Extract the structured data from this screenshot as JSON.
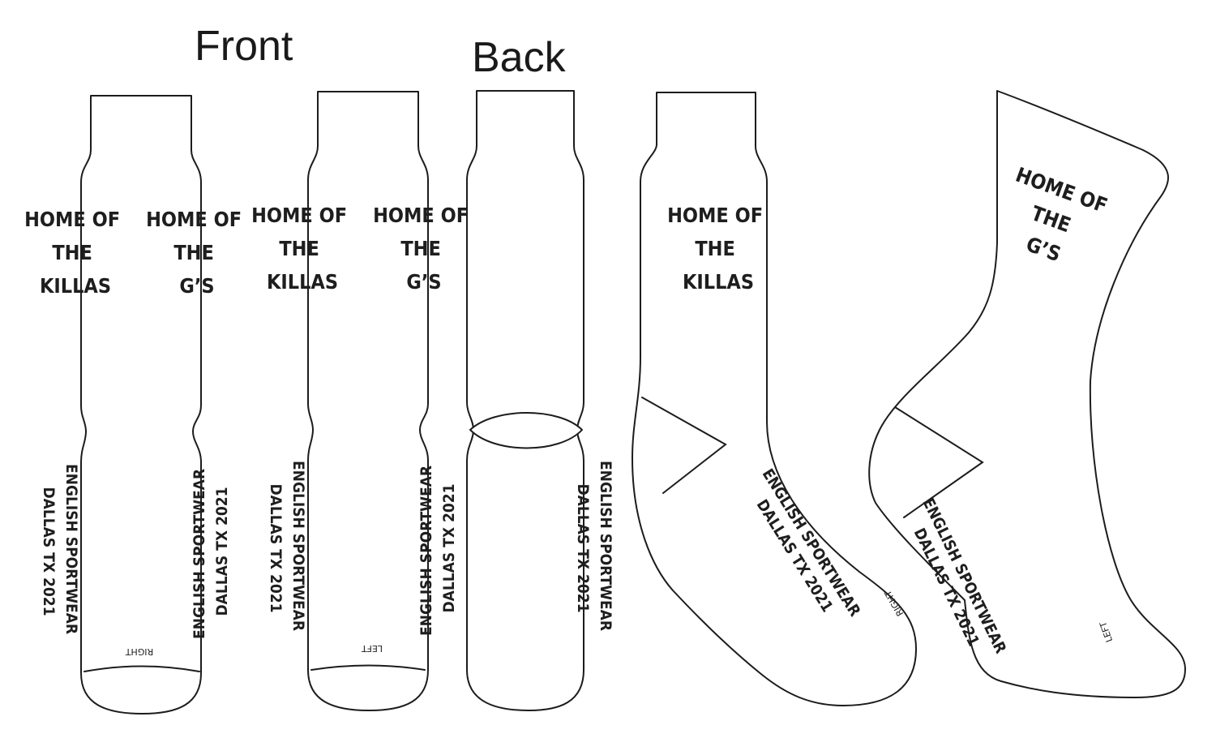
{
  "labels": {
    "front": "Front",
    "back": "Back"
  },
  "slogans": {
    "killas": [
      "HOME OF",
      "THE",
      "KILLAS"
    ],
    "gs": [
      "HOME OF",
      "THE",
      "G’S"
    ]
  },
  "brand": {
    "line1": "ENGLISH SPORTWEAR",
    "line2": "DALLAS TX 2021"
  },
  "sides": {
    "right": "RIGHT",
    "left": "LEFT"
  },
  "colors": {
    "outline": "#1c1c1c",
    "text": "#1e1e1e",
    "background": "#ffffff"
  }
}
